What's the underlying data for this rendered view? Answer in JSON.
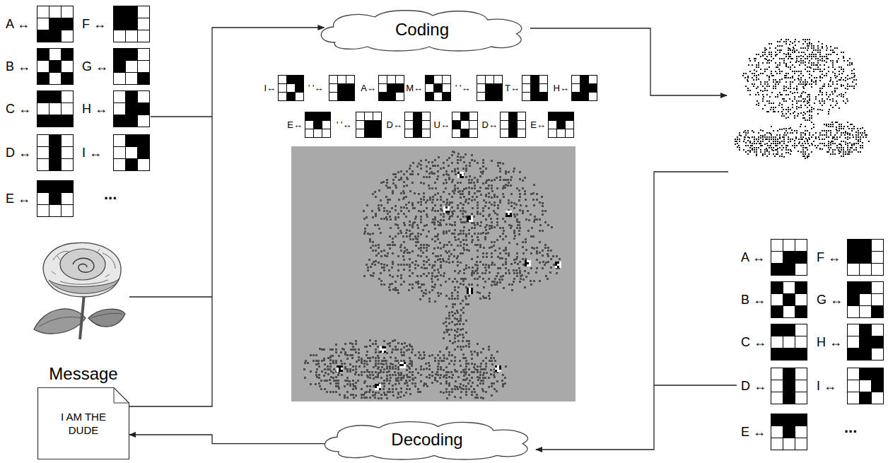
{
  "diagram": {
    "nodes": [
      {
        "text": [
          "Coding"
        ]
      },
      {
        "text": [
          "Message",
          "I AM THE DUDE"
        ]
      },
      {
        "text": [
          "Decoding"
        ]
      }
    ],
    "edges": [
      {
        "from": 1,
        "to": 0,
        "arrow": "to"
      },
      {
        "from": 2,
        "to": 1,
        "arrow": "to"
      }
    ],
    "labels": [
      "A ↔",
      "F ↔",
      "B ↔",
      "G ↔",
      "C ↔",
      "H ↔",
      "D ↔",
      "I ↔",
      "E ↔",
      "...",
      "I↔",
      "' '↔",
      "A↔",
      "M↔",
      "' '↔",
      "T↔",
      "H↔",
      "E↔",
      "' '↔",
      "D↔",
      "U↔",
      "D↔",
      "E↔",
      "A ↔",
      "F ↔",
      "B ↔",
      "G ↔",
      "C ↔",
      "H ↔",
      "D ↔",
      "I ↔",
      "E ↔",
      "..."
    ]
  }
}
